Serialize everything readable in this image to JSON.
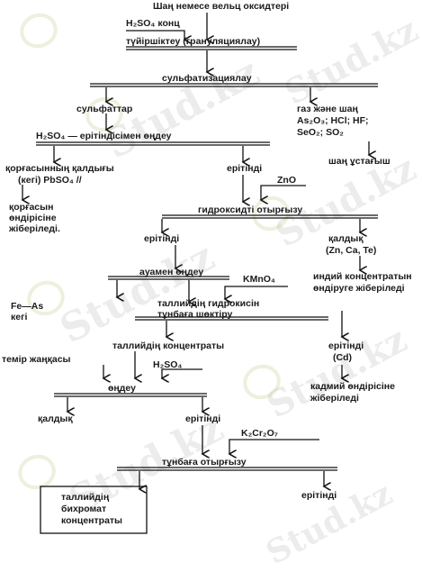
{
  "watermark": "Stud.kz",
  "nodes": {
    "source": "Шаң немесе вельц оксидтері",
    "h2so4_conc": "H₂SO₄ конц",
    "granulation": "түйіршіктеу (грануляциялау)",
    "sulfatization": "сульфатизациялау",
    "sulfates": "сульфаттар",
    "gas_dust": "газ және шаң",
    "gas_list_1": "As₂O₃; HCl; HF;",
    "gas_list_2": "SeO₂; SO₂",
    "dust_catcher": "шаң ұстағыш",
    "h2so4_leach": "H₂SO₄ — ерітіндісімен өңдеу",
    "lead_residue_1": "қорғасынның қалдығы",
    "lead_residue_2": "(кегі) PbSO₄ //",
    "solution_1": "ерітінді",
    "zno": "ZnO",
    "lead_prod_1": "қорғасын",
    "lead_prod_2": "өндірісіне",
    "lead_prod_3": "жіберіледі.",
    "hydroxide_precip": "гидроксидті отырғызу",
    "solution_2": "ерітінді",
    "residue_1": "қалдық",
    "residue_1_list": "(Zn, Ca, Te)",
    "air_treatment": "ауамен өңдеу",
    "kmno4": "KMnO₄",
    "indium_1": "индий концентратын",
    "indium_2": "өндіруге жіберіледі",
    "fe_as_1": "Fe—As",
    "fe_as_2": "кегі",
    "thallium_hydroxide_1": "таллийдің гидрокисін",
    "thallium_hydroxide_2": "тұнбаға шөктіру",
    "thallium_concentrate": "таллийдің концентраты",
    "solution_cd_1": "ерітінді",
    "solution_cd_2": "(Cd)",
    "iron_shavings": "темір жаңқасы",
    "h2so4_2": "H₂SO₄",
    "treatment": "өңдеу",
    "cadmium_1": "кадмий өндірісіне",
    "cadmium_2": "жіберіледі",
    "residue_2": "қалдық",
    "solution_3": "ерітінді",
    "k2cr2o7": "K₂Cr₂O₇",
    "precipitation": "тұнбаға отырғызу",
    "product_1": "таллийдің",
    "product_2": "бихромат",
    "product_3": "концентраты",
    "solution_final": "ерітінді"
  }
}
